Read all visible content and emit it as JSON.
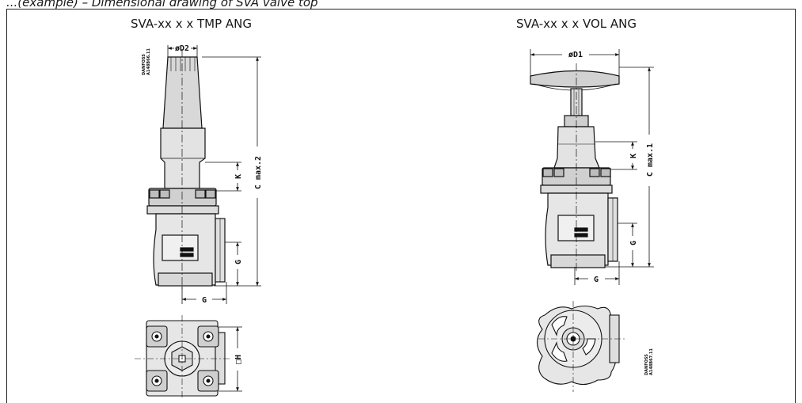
{
  "caption": "...(example) – Dimensional drawing of SVA valve top",
  "panels": {
    "tmp": {
      "title": "SVA-xx x x TMP ANG",
      "code": [
        "DANFOSS",
        "A148B66.11"
      ]
    },
    "vol": {
      "title": "SVA-xx x x VOL ANG",
      "code": [
        "DANFOSS",
        "A148B67.11"
      ]
    }
  },
  "labels": {
    "od2": "øD2",
    "od1": "øD1",
    "k": "K",
    "g": "G",
    "cmax2": "C max.2",
    "cmax1": "C max.1",
    "h": "□H"
  }
}
